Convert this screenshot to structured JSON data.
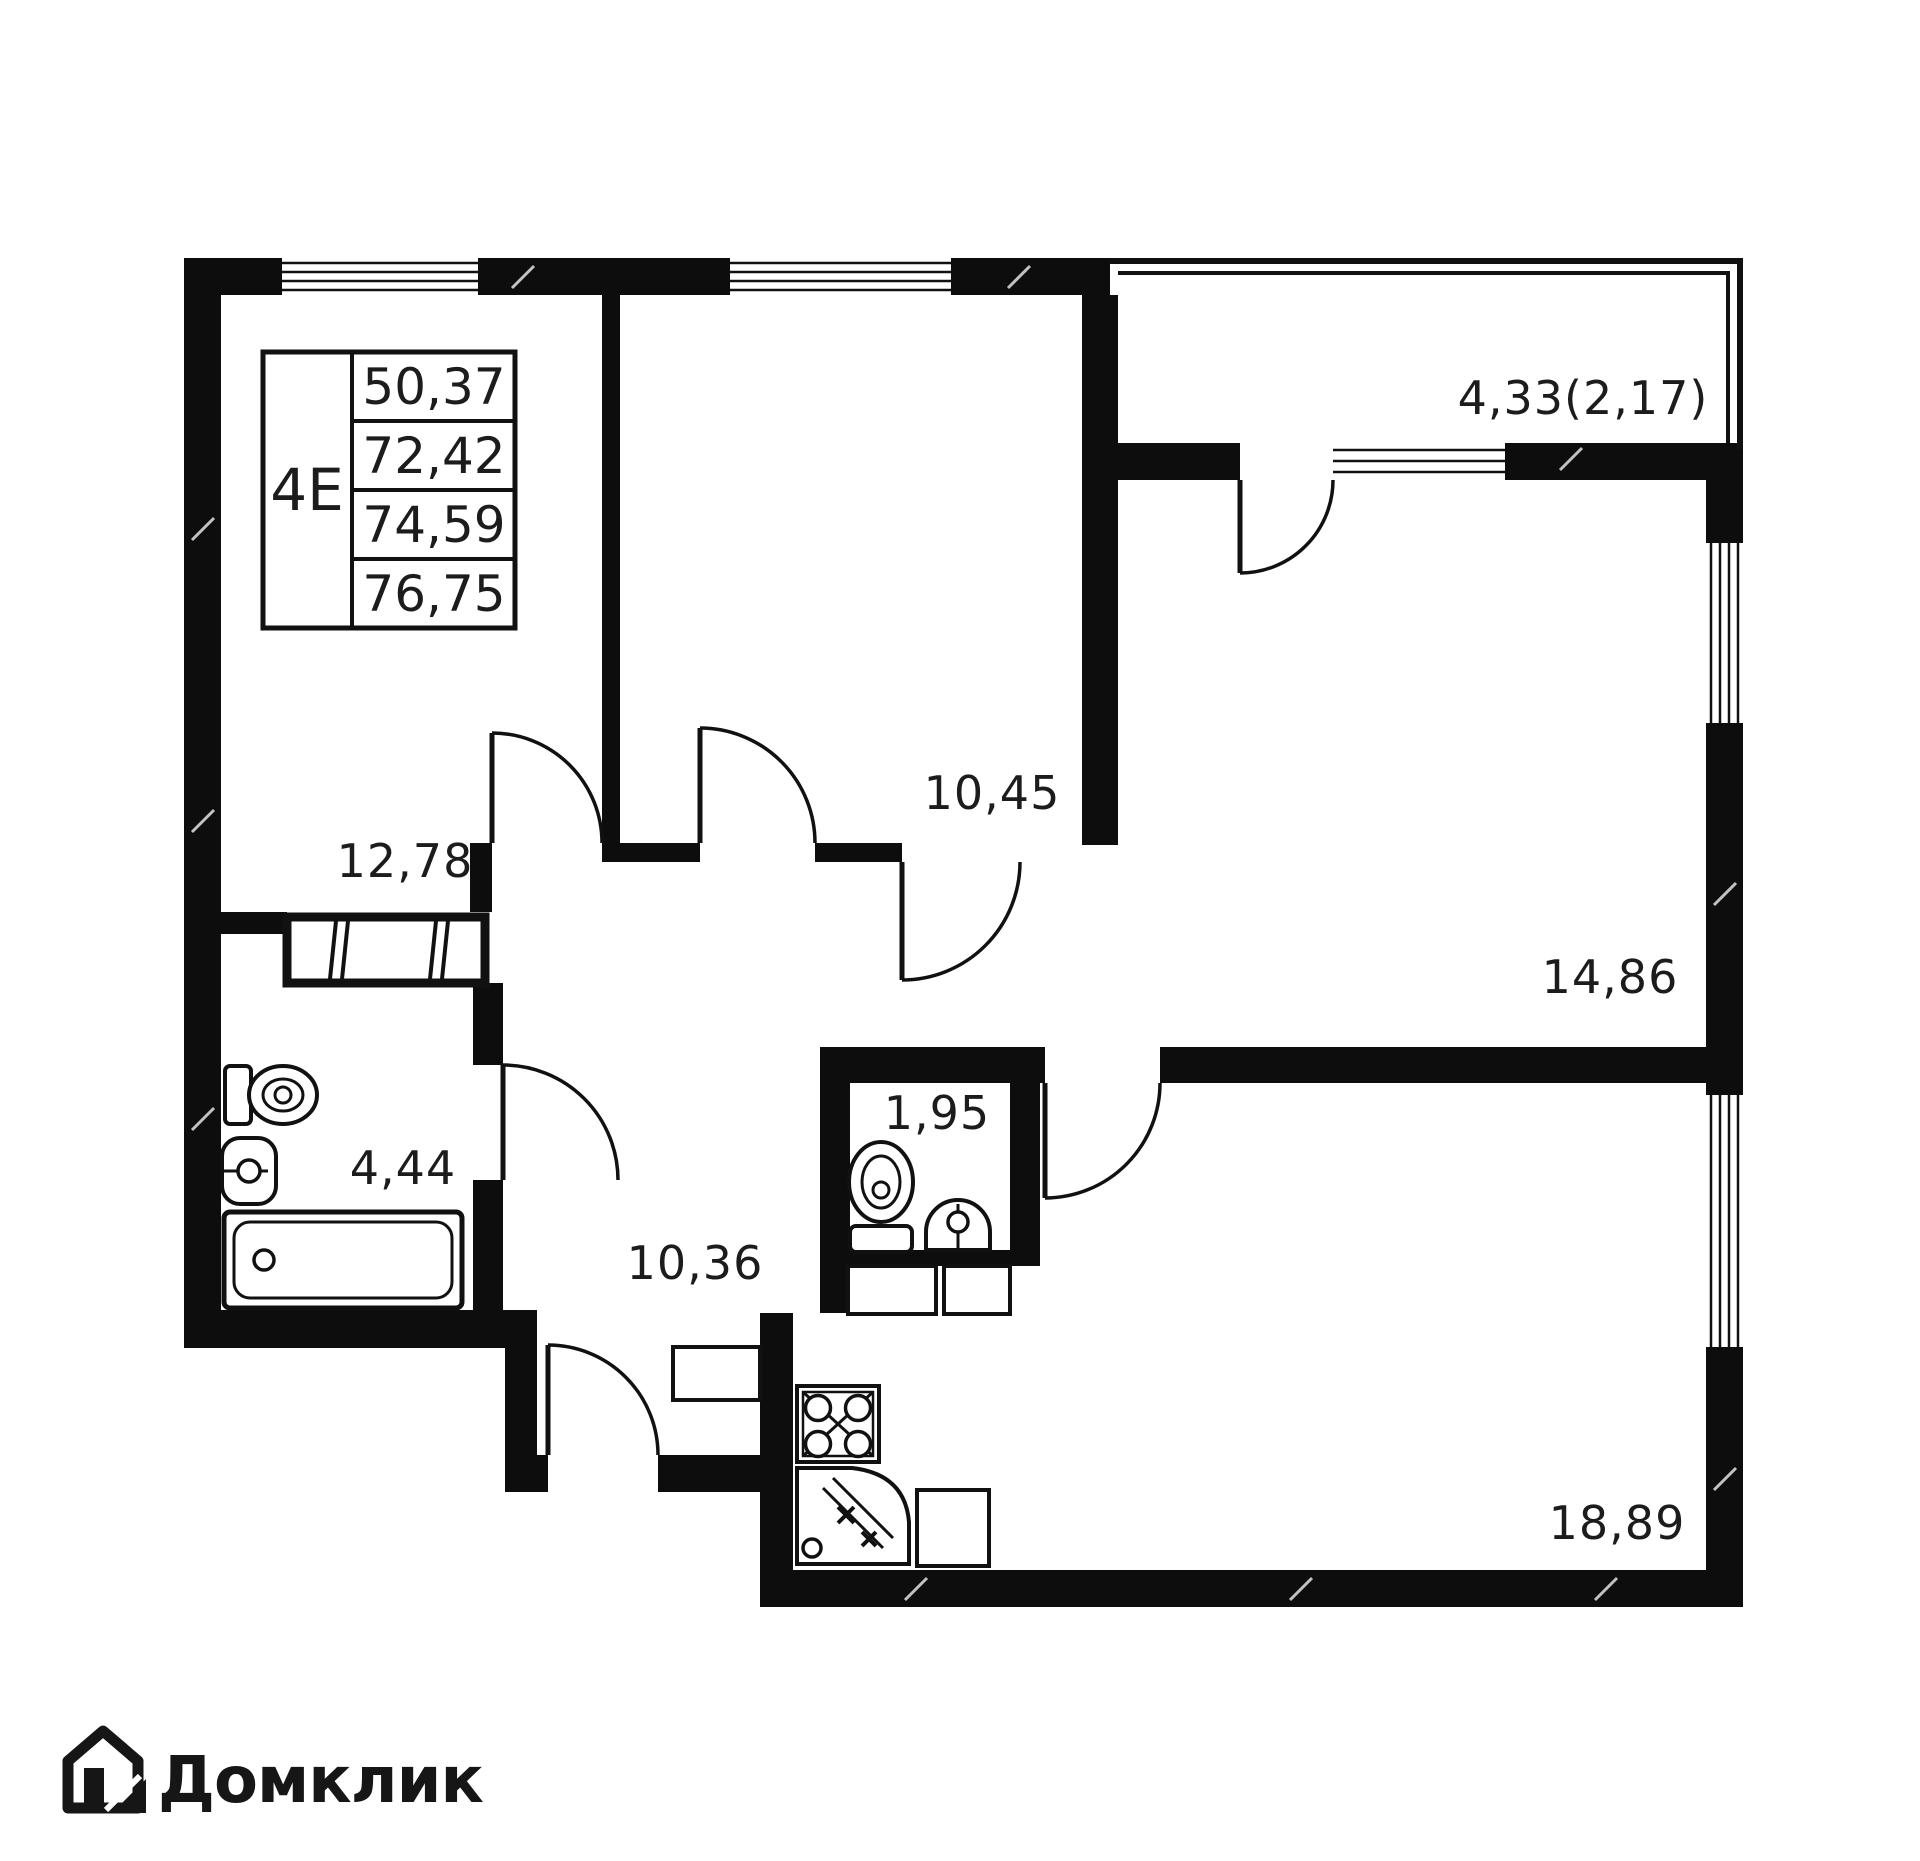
{
  "plan": {
    "unit_table": {
      "unit": "4E",
      "areas": [
        "50,37",
        "72,42",
        "74,59",
        "76,75"
      ]
    },
    "rooms": {
      "bedroom_top_left": "12,78",
      "bedroom_top_middle": "10,45",
      "balcony": "4,33(2,17)",
      "bedroom_right": "14,86",
      "bathroom": "4,44",
      "wc": "1,95",
      "hallway": "10,36",
      "living_kitchen": "18,89"
    },
    "colors": {
      "wall": "#0d0d0d",
      "background": "#ffffff",
      "label": "#1c1c1c",
      "logo": "#161616"
    }
  },
  "footer": {
    "logo_text": "Домклик"
  }
}
